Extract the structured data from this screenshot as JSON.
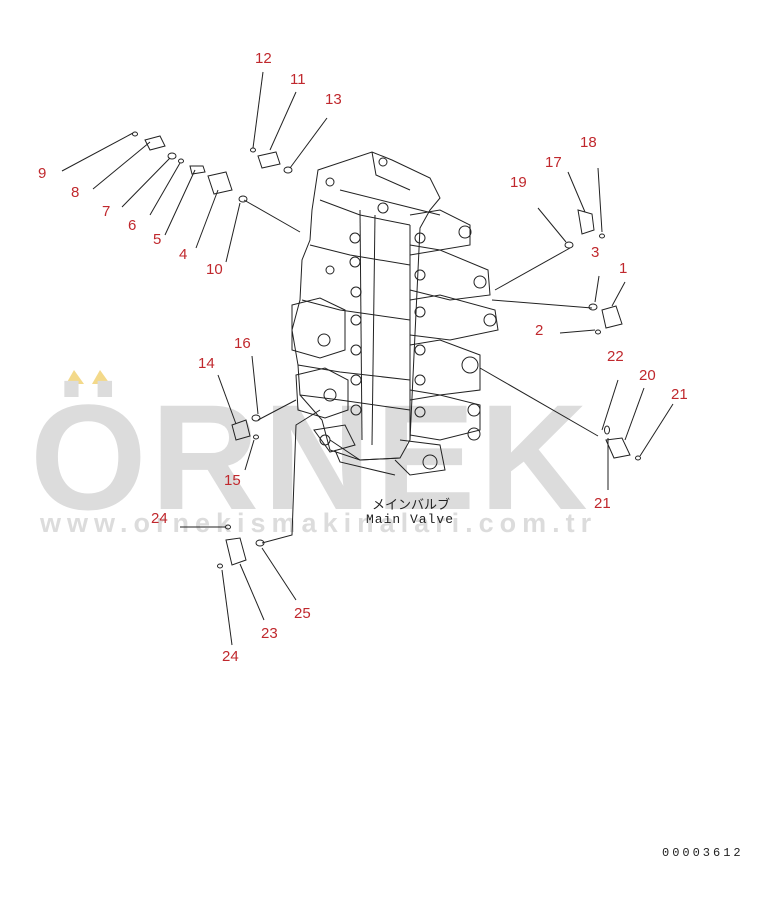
{
  "watermark": {
    "brand": "ÖRNEK",
    "url": "www.ornekismakinalari.com.tr"
  },
  "valve_label": {
    "japanese": "メインバルブ",
    "english": "Main Valve"
  },
  "drawing_number": "00003612",
  "callouts": [
    "1",
    "2",
    "3",
    "4",
    "5",
    "6",
    "7",
    "8",
    "9",
    "10",
    "11",
    "12",
    "13",
    "14",
    "15",
    "16",
    "17",
    "18",
    "19",
    "20",
    "21",
    "21",
    "22",
    "23",
    "24",
    "24",
    "25"
  ],
  "colors": {
    "callout": "#c0282d",
    "line": "#222222",
    "watermark": "#dcdcdc",
    "watermark_accent": "#f3d98a"
  }
}
